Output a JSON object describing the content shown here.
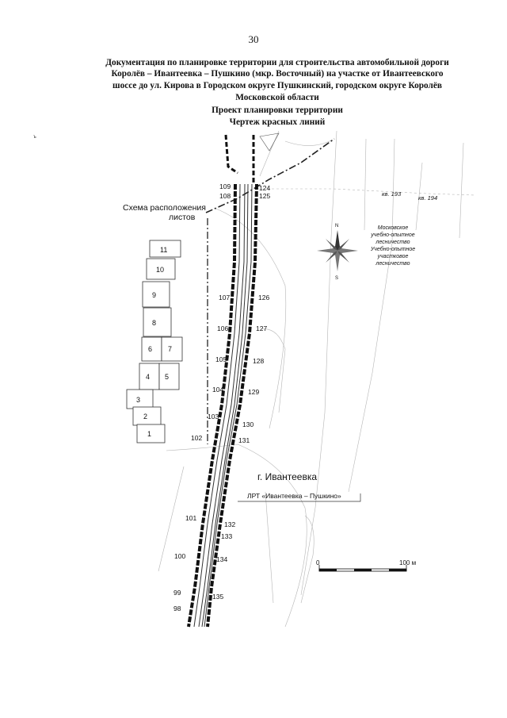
{
  "page_number": "30",
  "header": {
    "line1": "Документация по планировке территории для строительства автомобильной дороги",
    "line2": "Королёв – Ивантеевка – Пушкино (мкр. Восточный) на участке от Ивантеевского",
    "line3": "шоссе до ул. Кирова в Городском округе Пушкинский, городском округе Королёв",
    "line4": "Московской области",
    "line5": "Проект планировки территории",
    "line6": "Чертеж красных линий"
  },
  "margin_mark": "ъ",
  "map": {
    "sheet_scheme_title_1": "Схема расположения",
    "sheet_scheme_title_2": "листов",
    "sheets": [
      "11",
      "10",
      "9",
      "8",
      "6",
      "7",
      "4",
      "5",
      "3",
      "2",
      "1"
    ],
    "left_points": [
      "109",
      "108",
      "107",
      "106",
      "105",
      "104",
      "103",
      "102",
      "101",
      "100",
      "99",
      "98"
    ],
    "right_points": [
      "124",
      "125",
      "126",
      "127",
      "128",
      "129",
      "130",
      "131",
      "132",
      "133",
      "134",
      "135"
    ],
    "kv_193": "кв. 193",
    "kv_194": "кв. 194",
    "forestry_1": "Московское",
    "forestry_2": "учебно-опытное",
    "forestry_3": "лесничество",
    "forestry_4": "Учебно-опытное",
    "forestry_5": "участковое",
    "forestry_6": "лесничество",
    "compass_n": "N",
    "compass_s": "S",
    "city": "г. Ивантеевка",
    "lrt_label": "ЛРТ «Ивантеевка – Пушкино»",
    "scale_zero": "0",
    "scale_max": "100 м"
  }
}
